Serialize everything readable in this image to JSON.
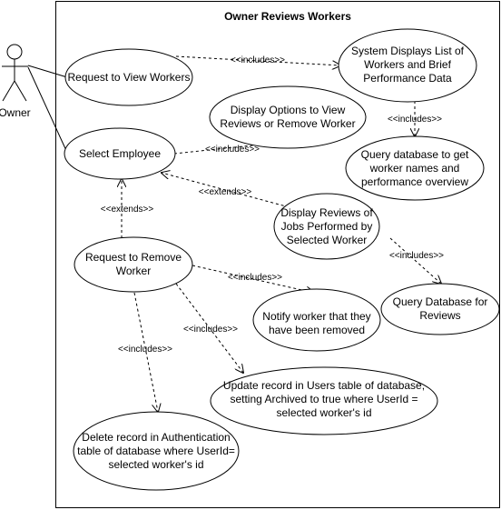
{
  "system": {
    "title": "Owner Reviews Workers"
  },
  "actor": {
    "name": "Owner"
  },
  "use_cases": {
    "request_view": [
      "Request to View Workers"
    ],
    "system_displays": [
      "System Displays List of",
      "Workers and Brief",
      "Performance Data"
    ],
    "display_options": [
      "Display Options to View",
      "Reviews or Remove Worker"
    ],
    "select_employee": [
      "Select Employee"
    ],
    "query_names": [
      "Query database to get",
      "worker names and",
      "performance overview"
    ],
    "display_reviews": [
      "Display Reviews of",
      "Jobs Performed by",
      "Selected Worker"
    ],
    "request_remove": [
      "Request to Remove",
      "Worker"
    ],
    "notify": [
      "Notify worker that they",
      "have been removed"
    ],
    "query_reviews": [
      "Query Database for",
      "Reviews"
    ],
    "update_record": [
      "Update record in Users table of database,",
      "setting Archived to true where UserId =",
      "selected worker's id"
    ],
    "delete_record": [
      "Delete record in Authentication",
      "table of database where UserId=",
      "selected worker's id"
    ]
  },
  "relations": {
    "includes": "<<includes>>",
    "extends": "<<extends>>"
  }
}
